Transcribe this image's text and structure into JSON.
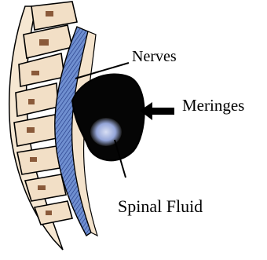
{
  "diagram": {
    "labels": {
      "nerves": "Nerves",
      "meringes": "Meringes",
      "spinal_fluid": "Spinal Fluid"
    },
    "colors": {
      "background": "#ffffff",
      "outline": "#000000",
      "bone": "#f2dfc6",
      "nerve_blue": "#6f8fd0",
      "sac": "#050505",
      "fluid": "#b9c5e8"
    }
  }
}
